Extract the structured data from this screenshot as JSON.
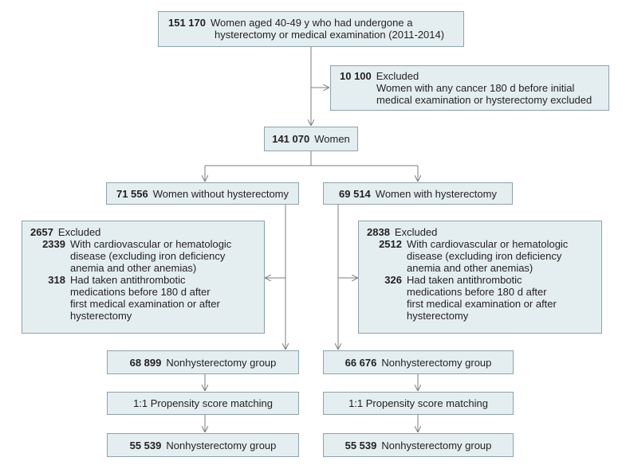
{
  "top": {
    "count": "151 170",
    "text_line1": "Women aged 40-49 y who had undergone a",
    "text_line2": "hysterectomy or medical examination (2011-2014)"
  },
  "excluded_top": {
    "count": "10 100",
    "title": "Excluded",
    "line1": "Women with any cancer 180 d before initial",
    "line2": "medical examination or hysterectomy excluded"
  },
  "women": {
    "count": "141 070",
    "label": "Women"
  },
  "left_branch": {
    "start": {
      "count": "71 556",
      "label": "Women without hysterectomy"
    },
    "excluded": {
      "count": "2657",
      "title": "Excluded",
      "items": [
        {
          "count": "2339",
          "lines": [
            "With cardiovascular or hematologic",
            "disease (excluding iron deficiency",
            "anemia and other anemias)"
          ]
        },
        {
          "count": "318",
          "lines": [
            "Had taken antithrombotic",
            "medications before 180 d after",
            "first medical examination or after",
            "hysterectomy"
          ]
        }
      ]
    },
    "group": {
      "count": "68 899",
      "label": "Nonhysterectomy group"
    },
    "matching": {
      "label": "1:1 Propensity score matching"
    },
    "final": {
      "count": "55 539",
      "label": "Nonhysterectomy group"
    }
  },
  "right_branch": {
    "start": {
      "count": "69 514",
      "label": "Women with hysterectomy"
    },
    "excluded": {
      "count": "2838",
      "title": "Excluded",
      "items": [
        {
          "count": "2512",
          "lines": [
            "With cardiovascular or hematologic",
            "disease (excluding iron deficiency",
            "anemia and other anemias)"
          ]
        },
        {
          "count": "326",
          "lines": [
            "Had taken antithrombotic",
            "medications before 180 d after",
            "first medical examination or after",
            "hysterectomy"
          ]
        }
      ]
    },
    "group": {
      "count": "66 676",
      "label": "Nonhysterectomy group"
    },
    "matching": {
      "label": "1:1 Propensity score matching"
    },
    "final": {
      "count": "55 539",
      "label": "Nonhysterectomy group"
    }
  },
  "colors": {
    "box_fill": "#e4eef1",
    "box_border": "#8fa2aa",
    "connector": "#7d7d7d",
    "text": "#231f20"
  }
}
